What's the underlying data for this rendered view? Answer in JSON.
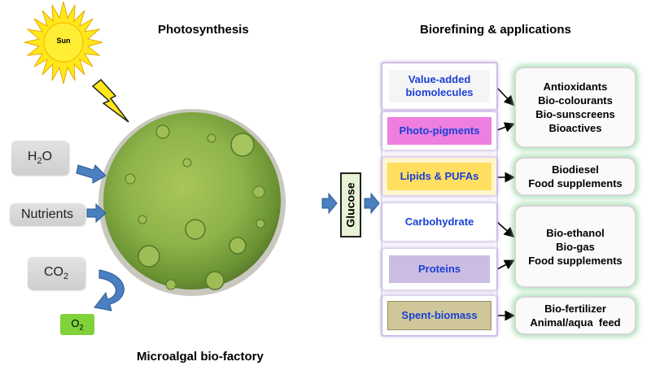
{
  "sun": {
    "label": "Sun"
  },
  "titles": {
    "photosynthesis": "Photosynthesis",
    "biorefining": "Biorefining & applications",
    "factory": "Microalgal bio-factory"
  },
  "inputs": {
    "water": {
      "main": "H",
      "sub": "2",
      "tail": "O"
    },
    "nutrients": "Nutrients",
    "co2": {
      "main": "CO",
      "sub": "2"
    },
    "o2": {
      "main": "O",
      "sub": "2"
    }
  },
  "glucose": "Glucose",
  "categories": [
    {
      "line1": "Value-added",
      "line2": "biomolecules"
    },
    {
      "label": "Photo-pigments"
    },
    {
      "label": "Lipids & PUFAs"
    },
    {
      "label": "Carbohydrate"
    },
    {
      "label": "Proteins"
    },
    {
      "label": "Spent-biomass"
    }
  ],
  "outputs": [
    [
      "Antioxidants",
      "Bio-colourants",
      "Bio-sunscreens",
      "Bioactives"
    ],
    [
      "Biodiesel",
      "Food supplements"
    ],
    [
      "Bio-ethanol",
      "Bio-gas",
      "Food supplements"
    ],
    [
      "Bio-fertilizer",
      "Animal/aqua  feed"
    ]
  ],
  "colors": {
    "sun": "#ffe81a",
    "cell": "#7fa83a",
    "arrow_blue": "#4a7fc1",
    "category_text": "#1a3fd6",
    "photo_pigments_fill": "#ee7fe0",
    "lipids_fill": "#ffde60",
    "proteins_fill": "#cbbde2",
    "spent_fill": "#cfc79a",
    "output_glow": "#78d28c"
  },
  "icons": {
    "lightning": "lightning-bolt-icon"
  }
}
